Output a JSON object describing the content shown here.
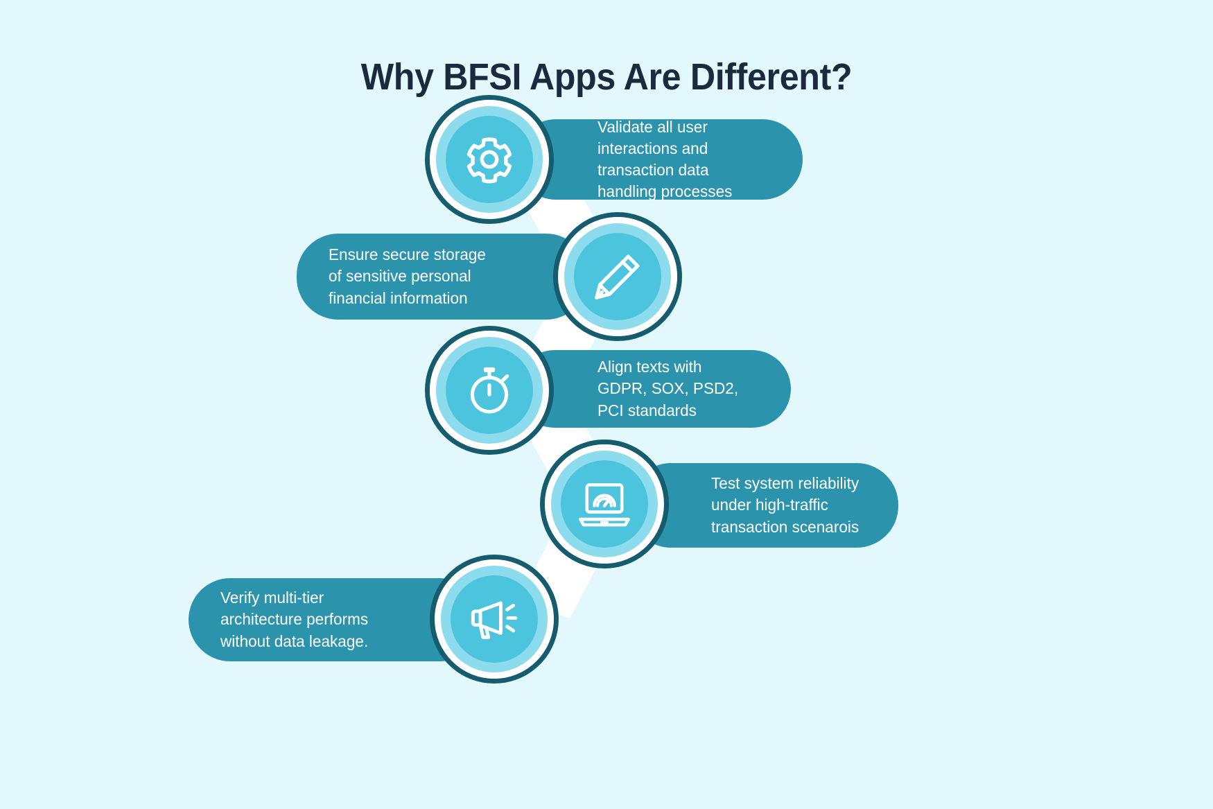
{
  "page": {
    "title": "Why BFSI Apps Are Different?",
    "background_color": "#e3f8fd",
    "title_color": "#1b2a3d",
    "card_color": "#2b93ac",
    "circle_outer_ring_color": "#155c6e",
    "circle_mid_ring_color": "#8ddcee",
    "circle_inner_color": "#4cc4de",
    "connector_color": "#ffffff",
    "text_color": "#ffffff"
  },
  "steps": [
    {
      "index": "1",
      "icon": "gear-icon",
      "side": "right",
      "text": "Validate all user interactions and transaction data handling processes"
    },
    {
      "index": "2",
      "icon": "pencil-icon",
      "side": "left",
      "text": "Ensure secure storage of sensitive personal financial information"
    },
    {
      "index": "3",
      "icon": "stopwatch-icon",
      "side": "right",
      "text": "Align texts with GDPR, SOX, PSD2, PCI standards"
    },
    {
      "index": "4",
      "icon": "laptop-gauge-icon",
      "side": "right",
      "text": "Test system reliability under high-traffic transaction scenarois"
    },
    {
      "index": "5",
      "icon": "megaphone-icon",
      "side": "left",
      "text": "Verify multi-tier architecture performs without data leakage."
    }
  ]
}
